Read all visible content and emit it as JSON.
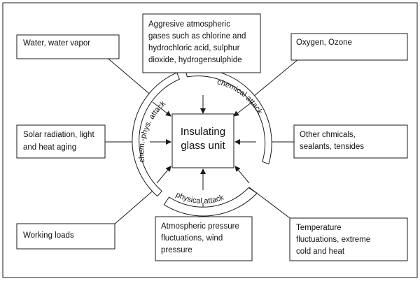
{
  "center": {
    "line1": "Insulating",
    "line2": "glass unit"
  },
  "arcs": {
    "chem_phys": "chem.-phys. attack",
    "chemical": "chemical attack",
    "physical": "physical attack"
  },
  "boxes": {
    "water": [
      "Water, water vapor"
    ],
    "gases": [
      "Aggresive atmospheric",
      "gases such as chlorine and",
      "hydrochloric acid, sulphur",
      "dioxide, hydrogensulphide"
    ],
    "oxygen": [
      "Oxygen, Ozone"
    ],
    "solar": [
      "Solar radiation, light",
      "and heat aging"
    ],
    "other_chem": [
      "Other chmicals,",
      "sealants, tensides"
    ],
    "working": [
      "Working loads"
    ],
    "pressure": [
      "Atmospheric pressure",
      "fluctuations, wind",
      "pressure"
    ],
    "temperature": [
      "Temperature",
      "fluctuations, extreme",
      "cold and heat"
    ]
  }
}
